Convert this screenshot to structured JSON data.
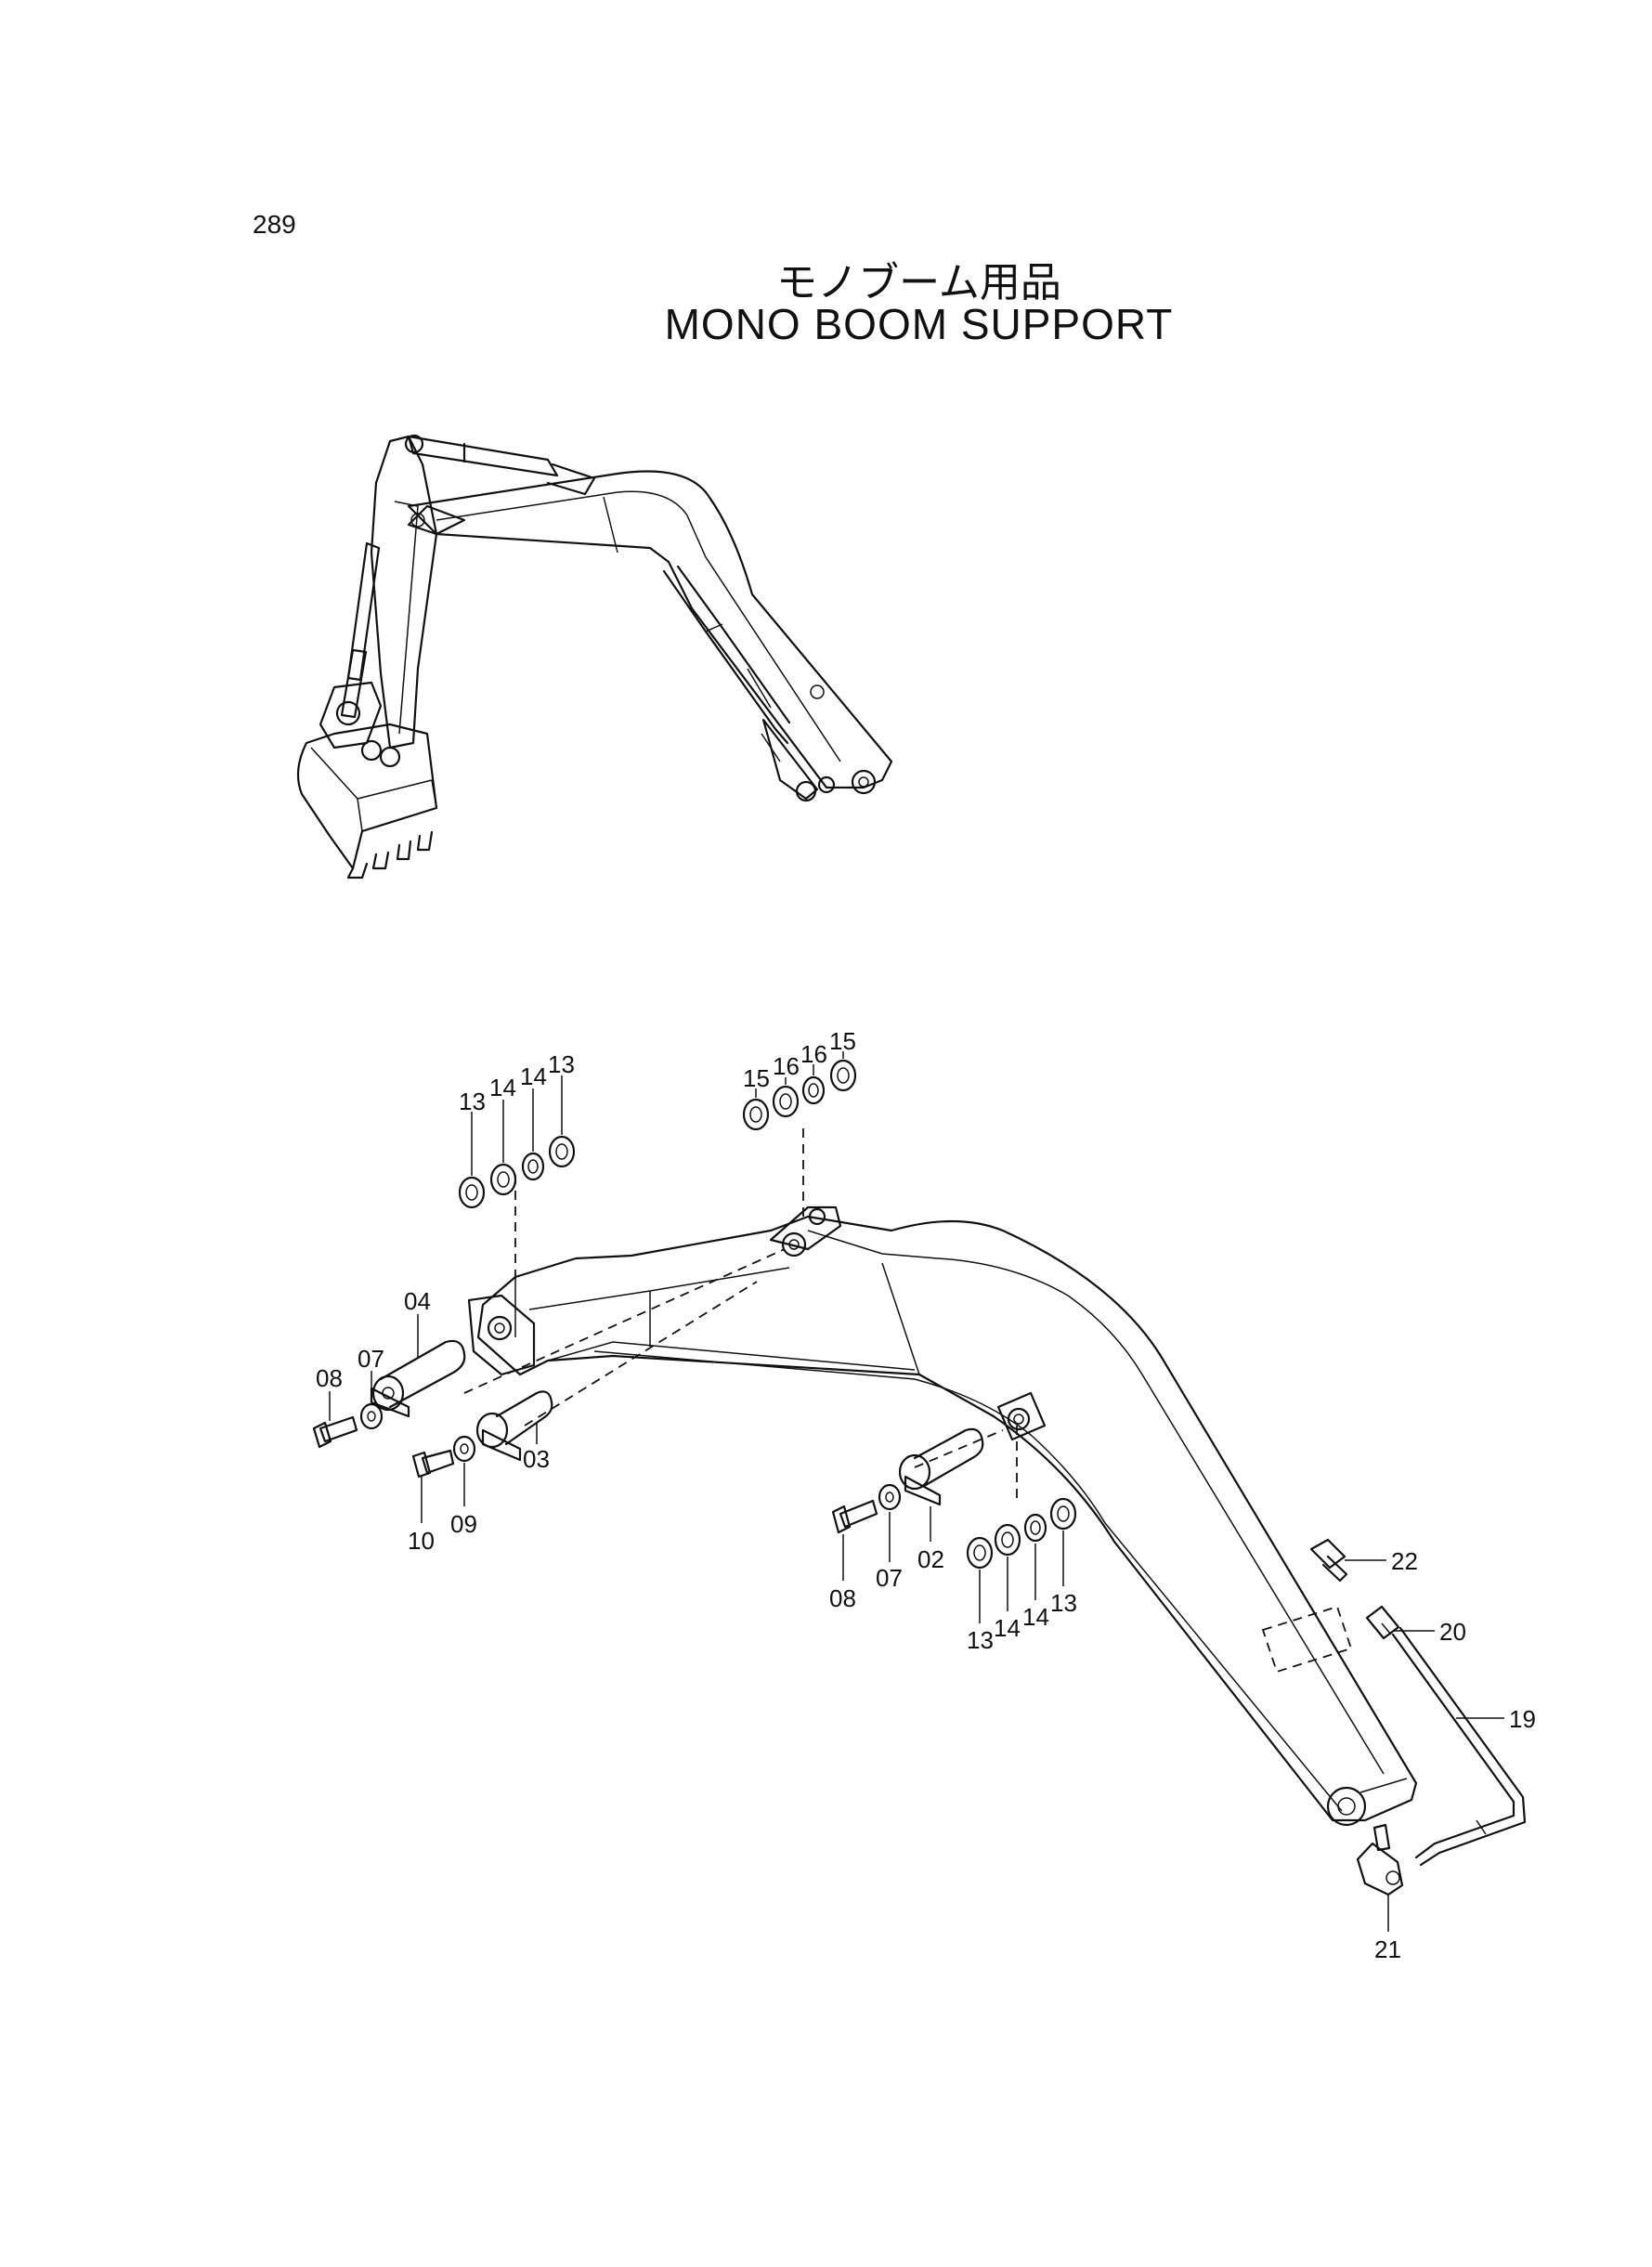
{
  "page_number": "289",
  "title_jp": "モノブーム用品",
  "title_en": "MONO BOOM SUPPORT",
  "callouts": [
    {
      "id": "c-13a",
      "text": "13"
    },
    {
      "id": "c-14a",
      "text": "14"
    },
    {
      "id": "c-14b",
      "text": "14"
    },
    {
      "id": "c-13b",
      "text": "13"
    },
    {
      "id": "c-15a",
      "text": "15"
    },
    {
      "id": "c-16a",
      "text": "16"
    },
    {
      "id": "c-16b",
      "text": "16"
    },
    {
      "id": "c-15b",
      "text": "15"
    },
    {
      "id": "c-04",
      "text": "04"
    },
    {
      "id": "c-07a",
      "text": "07"
    },
    {
      "id": "c-08a",
      "text": "08"
    },
    {
      "id": "c-03",
      "text": "03"
    },
    {
      "id": "c-10",
      "text": "10"
    },
    {
      "id": "c-09",
      "text": "09"
    },
    {
      "id": "c-02",
      "text": "02"
    },
    {
      "id": "c-07b",
      "text": "07"
    },
    {
      "id": "c-08b",
      "text": "08"
    },
    {
      "id": "c-13c",
      "text": "13"
    },
    {
      "id": "c-14c",
      "text": "14"
    },
    {
      "id": "c-14d",
      "text": "14"
    },
    {
      "id": "c-13d",
      "text": "13"
    },
    {
      "id": "c-22",
      "text": "22"
    },
    {
      "id": "c-20",
      "text": "20"
    },
    {
      "id": "c-19",
      "text": "19"
    },
    {
      "id": "c-21",
      "text": "21"
    }
  ]
}
